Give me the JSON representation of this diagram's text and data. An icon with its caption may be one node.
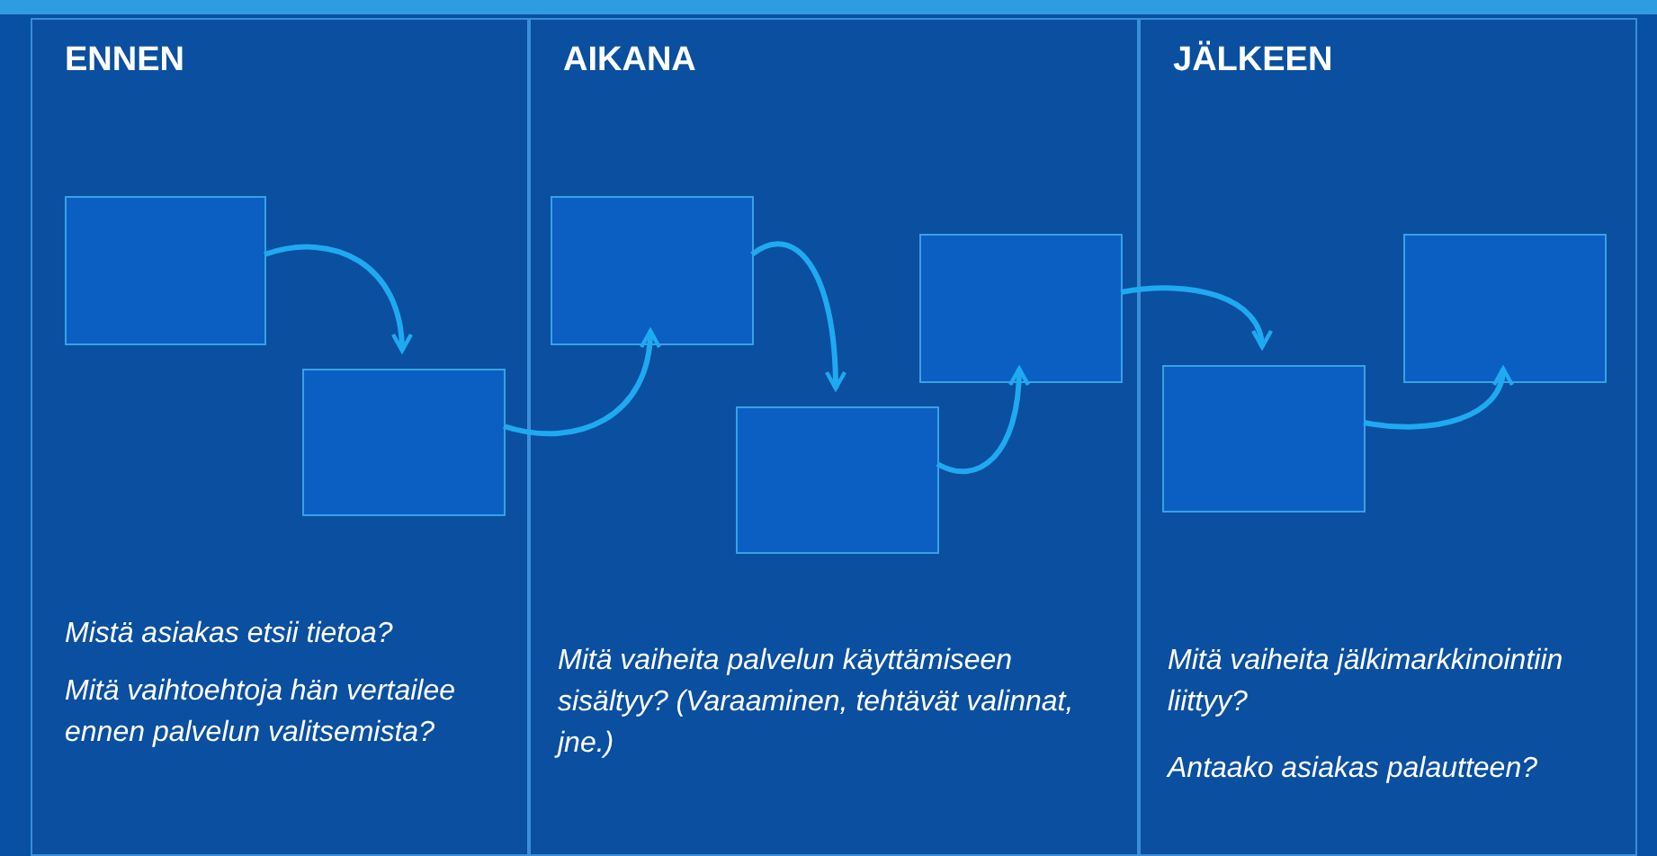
{
  "diagram": {
    "nodes": [
      {
        "text": [
          "ENNEN",
          "Mistä asiakas etsii tietoa?",
          "Mitä vaihtoehtoja hän vertailee ennen palvelun valitsemista?"
        ]
      },
      {
        "text": [],
        "shape": "box",
        "in": 0
      },
      {
        "text": [],
        "shape": "box",
        "in": 0
      },
      {
        "text": [
          "AIKANA",
          "Mitä vaiheita palvelun käyttämiseen sisältyy? (Varaaminen, tehtävät valinnat, jne.)"
        ]
      },
      {
        "text": [],
        "shape": "box",
        "in": 3
      },
      {
        "text": [],
        "shape": "box",
        "in": 3
      },
      {
        "text": [],
        "shape": "box",
        "in": 3
      },
      {
        "text": [
          "JÄLKEEN",
          "Mitä vaiheita jälkimarkkinointiin liittyy?",
          "Antaako asiakas palautteen?"
        ]
      },
      {
        "text": [],
        "shape": "box",
        "in": 7
      },
      {
        "text": [],
        "shape": "box",
        "in": 7
      }
    ],
    "edges": [
      {
        "from": 1,
        "to": 2,
        "arrow": "to"
      },
      {
        "from": 2,
        "to": 4,
        "arrow": "to"
      },
      {
        "from": 4,
        "to": 5,
        "arrow": "to"
      },
      {
        "from": 5,
        "to": 6,
        "arrow": "to"
      },
      {
        "from": 6,
        "to": 8,
        "arrow": "to"
      },
      {
        "from": 8,
        "to": 9,
        "arrow": "to"
      }
    ]
  }
}
